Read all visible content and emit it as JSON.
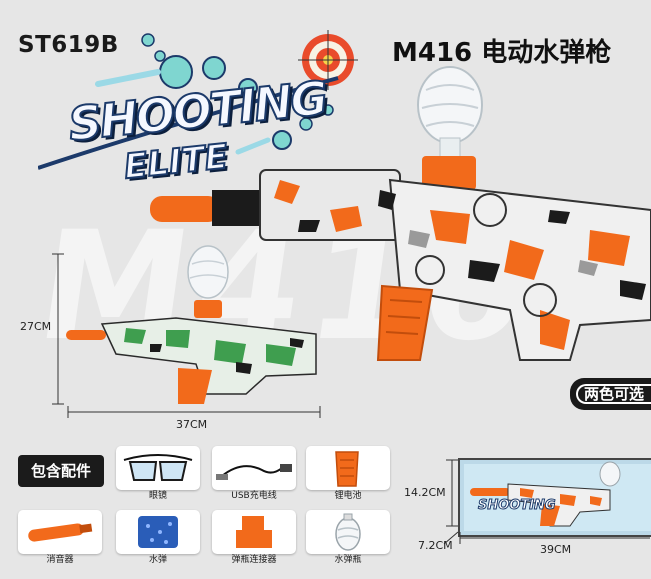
{
  "model_code": "ST619B",
  "product_title": "M416 电动水弹枪",
  "logo": {
    "line1": "SHOOTING",
    "line2": "ELITE"
  },
  "watermark": "M416",
  "dimensions": {
    "small_height": "27CM",
    "small_width": "37CM",
    "box_height": "14.2CM",
    "box_depth": "7.2CM",
    "box_width": "39CM"
  },
  "color_badge": "两色可选",
  "accessories": {
    "label": "包含配件",
    "items": [
      {
        "name": "眼镜",
        "icon": "goggles-icon"
      },
      {
        "name": "USB充电线",
        "icon": "usb-cable-icon"
      },
      {
        "name": "锂电池",
        "icon": "battery-icon"
      },
      {
        "name": "消音器",
        "icon": "silencer-icon"
      },
      {
        "name": "水弹",
        "icon": "gel-balls-icon"
      },
      {
        "name": "弹瓶连接器",
        "icon": "connector-icon"
      },
      {
        "name": "水弹瓶",
        "icon": "ammo-bottle-icon"
      }
    ]
  },
  "colors": {
    "orange": "#f26a1b",
    "green": "#3f9e4f",
    "navy": "#1c3a6a",
    "badge": "#1a1a1a"
  },
  "box_logo": "SHOOTING"
}
